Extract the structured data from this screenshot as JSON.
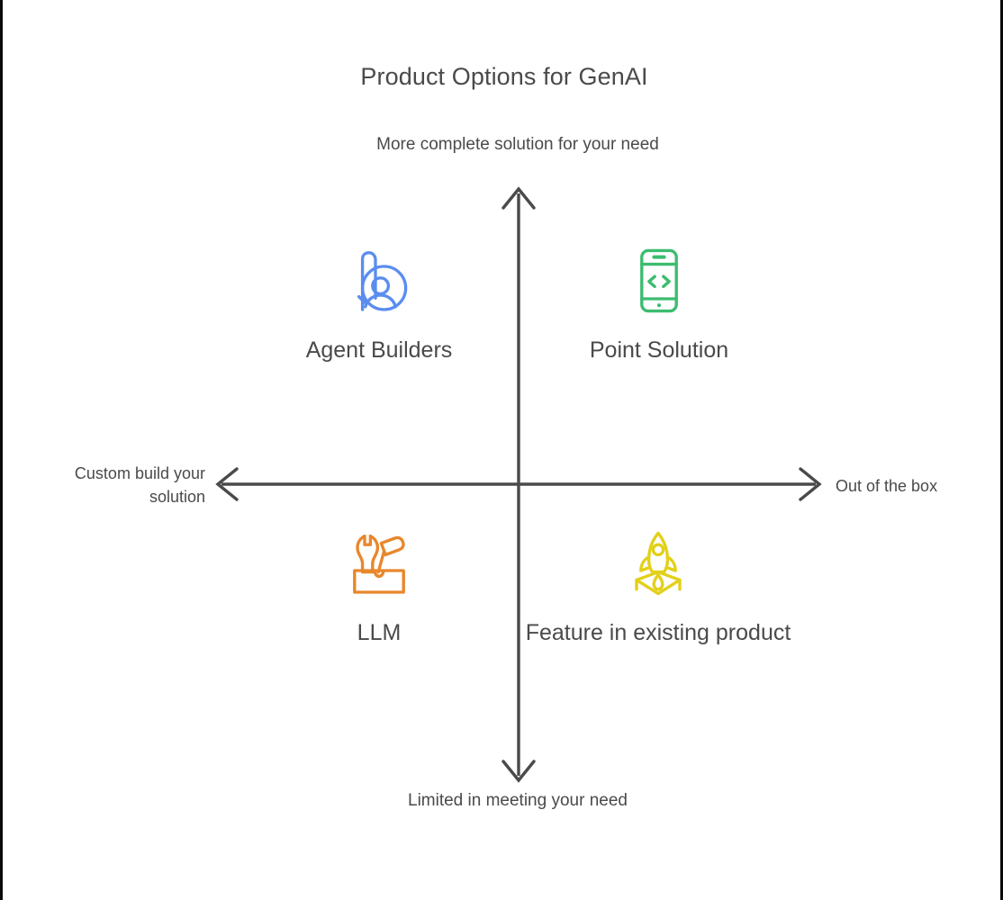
{
  "chart_data": {
    "type": "scatter",
    "title": "Product Options for GenAI",
    "xlabel": "",
    "ylabel": "",
    "grid": false,
    "legend": "none",
    "axes": {
      "x": {
        "left_label": "Custom build your solution",
        "right_label": "Out of the box",
        "arrows": "both"
      },
      "y": {
        "top_label": "More complete solution for your need",
        "bottom_label": "Limited in meeting your need",
        "arrows": "both"
      }
    },
    "quadrants": [
      {
        "id": "agent-builders",
        "label": "Agent Builders",
        "quadrant": "top-left",
        "x": -0.5,
        "y": 0.55,
        "icon": "agent-builders-icon",
        "color": "#5b8def"
      },
      {
        "id": "point-solution",
        "label": "Point Solution",
        "quadrant": "top-right",
        "x": 0.5,
        "y": 0.55,
        "icon": "mobile-code-icon",
        "color": "#3cbc6f"
      },
      {
        "id": "llm",
        "label": "LLM",
        "quadrant": "bottom-left",
        "x": -0.5,
        "y": -0.45,
        "icon": "toolbox-icon",
        "color": "#e8872b"
      },
      {
        "id": "feature-in-existing-product",
        "label": "Feature in existing product",
        "quadrant": "bottom-right",
        "x": 0.5,
        "y": -0.45,
        "icon": "rocket-launch-icon",
        "color": "#e3d019"
      }
    ]
  },
  "title": "Product Options for GenAI",
  "axis": {
    "top": "More complete solution for your need",
    "bottom": "Limited in meeting your need",
    "left": "Custom build your solution",
    "right": "Out of the box"
  },
  "quadrants": {
    "top_left": {
      "label": "Agent Builders",
      "color": "#5b8def",
      "icon": "agent-builders-icon"
    },
    "top_right": {
      "label": "Point Solution",
      "color": "#3cbc6f",
      "icon": "mobile-code-icon"
    },
    "bottom_left": {
      "label": "LLM",
      "color": "#e8872b",
      "icon": "toolbox-icon"
    },
    "bottom_right": {
      "label": "Feature in existing product",
      "color": "#e3d019",
      "icon": "rocket-launch-icon"
    }
  },
  "colors": {
    "axis": "#4a4a4a",
    "text": "#4a4a4a",
    "background": "#ffffff",
    "blue": "#5b8def",
    "green": "#3cbc6f",
    "orange": "#e8872b",
    "yellow": "#e3d019"
  }
}
